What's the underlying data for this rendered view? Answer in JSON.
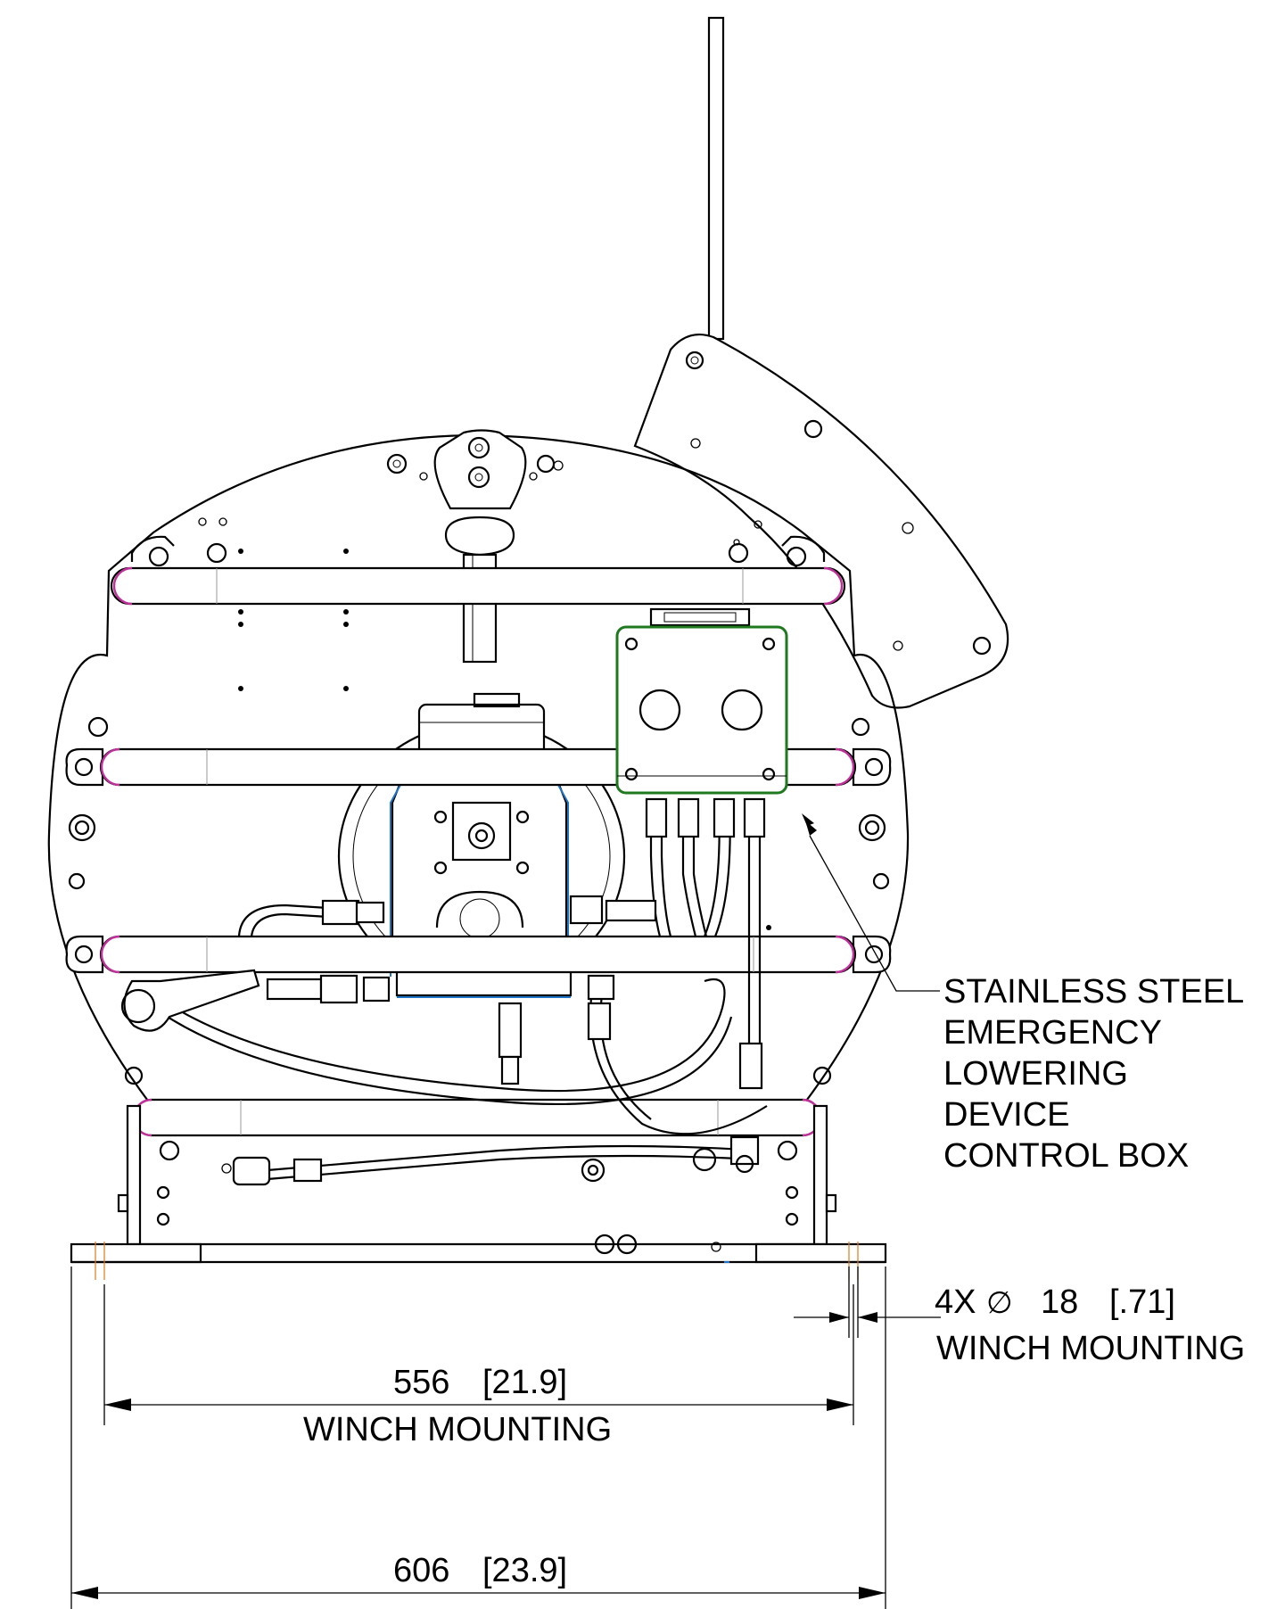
{
  "callout": {
    "lines": [
      "STAINLESS STEEL",
      "EMERGENCY",
      "LOWERING",
      "DEVICE",
      "CONTROL BOX"
    ]
  },
  "dimensions": {
    "hole": {
      "prefix": "4X",
      "symbol": "∅",
      "value": "18",
      "imperial": "[.71]",
      "label": "WINCH MOUNTING"
    },
    "inner": {
      "value": "556",
      "imperial": "[21.9]",
      "label": "WINCH MOUNTING"
    },
    "outer": {
      "value": "606",
      "imperial": "[23.9]",
      "label": ""
    }
  }
}
